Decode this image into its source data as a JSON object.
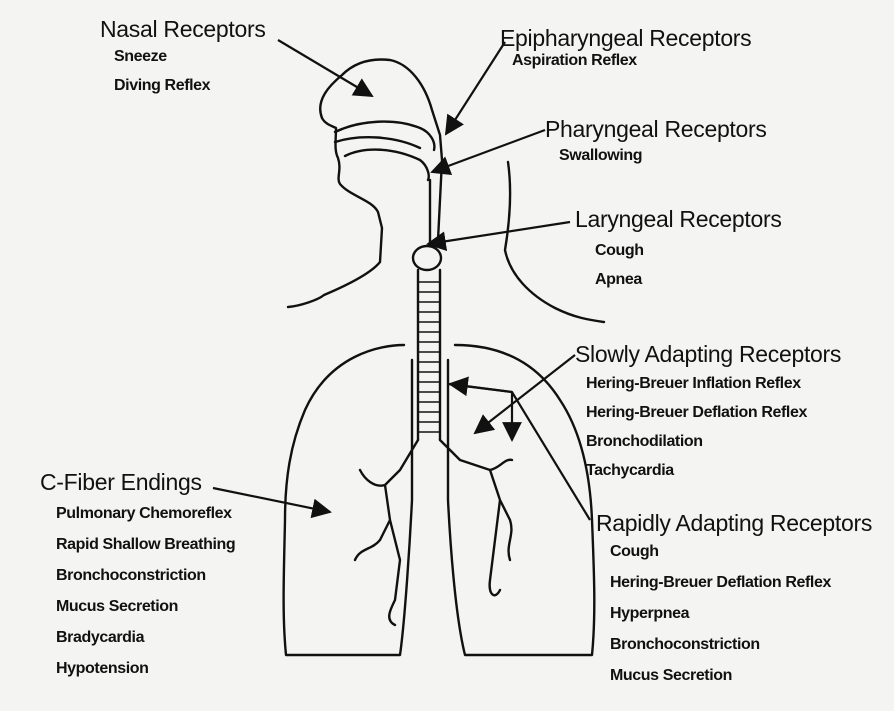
{
  "receptors": {
    "nasal": {
      "title": "Nasal Receptors",
      "items": [
        "Sneeze",
        "Diving Reflex"
      ]
    },
    "epipharyngeal": {
      "title": "Epipharyngeal Receptors",
      "items": [
        "Aspiration Reflex"
      ]
    },
    "pharyngeal": {
      "title": "Pharyngeal Receptors",
      "items": [
        "Swallowing"
      ]
    },
    "laryngeal": {
      "title": "Laryngeal Receptors",
      "items": [
        "Cough",
        "Apnea"
      ]
    },
    "slowly_adapting": {
      "title": "Slowly Adapting Receptors",
      "items": [
        "Hering-Breuer Inflation Reflex",
        "Hering-Breuer Deflation Reflex",
        "Bronchodilation",
        "Tachycardia"
      ]
    },
    "c_fiber": {
      "title": "C-Fiber Endings",
      "items": [
        "Pulmonary Chemoreflex",
        "Rapid Shallow Breathing",
        "Bronchoconstriction",
        "Mucus Secretion",
        "Bradycardia",
        "Hypotension"
      ]
    },
    "rapidly_adapting": {
      "title": "Rapidly Adapting Receptors",
      "items": [
        "Cough",
        "Hering-Breuer Deflation Reflex",
        "Hyperpnea",
        "Bronchoconstriction",
        "Mucus Secretion"
      ]
    }
  },
  "colors": {
    "ink": "#111111",
    "paper": "#f4f4f2"
  }
}
